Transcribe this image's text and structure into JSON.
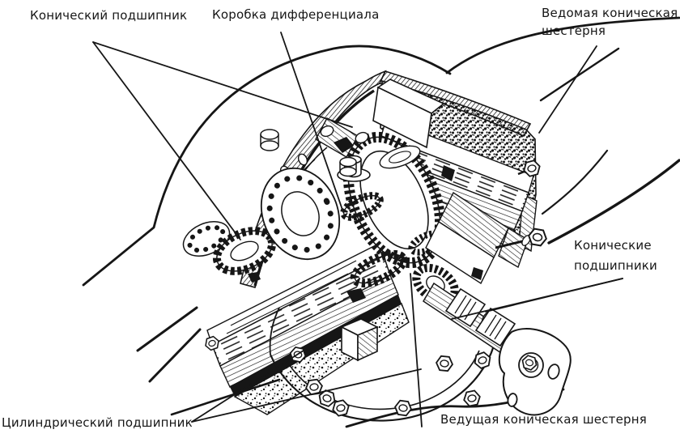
{
  "diagram": {
    "type": "technical-cutaway-illustration",
    "language": "ru",
    "background_color": "#ffffff",
    "ink_color": "#161616",
    "labels": {
      "conical_bearing": "Конический подшипник",
      "differential_case": "Коробка дифференциала",
      "driven_bevel_gear": "Ведомая коническая шестерня",
      "conical_bearings": "Конические подшипники",
      "cylindrical_bearing": "Цилиндрический подшипник",
      "drive_bevel_gear": "Ведущая коническая шестерня"
    }
  }
}
